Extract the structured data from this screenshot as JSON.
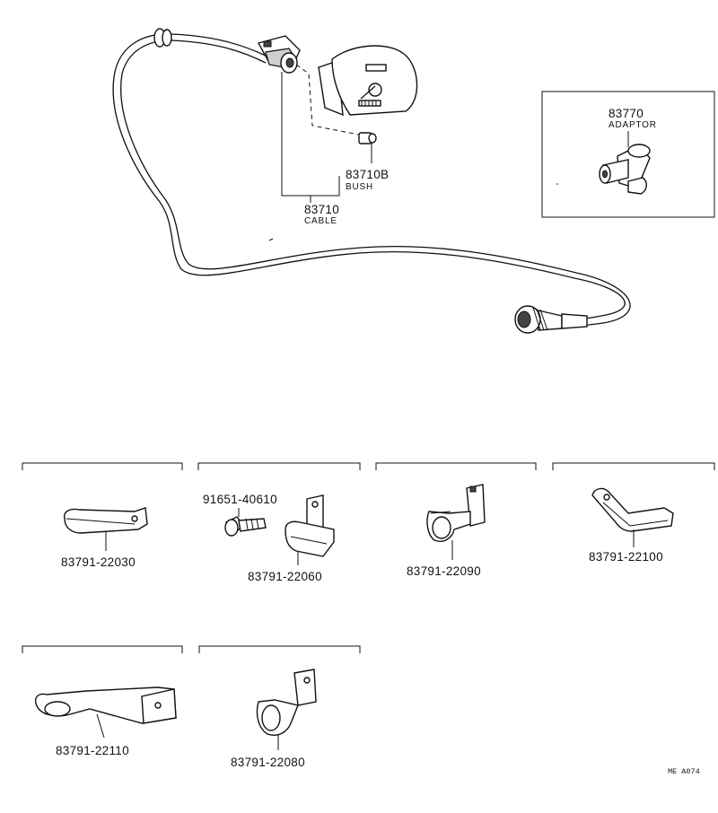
{
  "parts": {
    "cable": {
      "number": "83710",
      "name": "CABLE"
    },
    "bush": {
      "number": "83710B",
      "name": "BUSH"
    },
    "adaptor": {
      "number": "83770",
      "name": "ADAPTOR"
    },
    "bolt": {
      "number": "91651-40610"
    },
    "clamps": [
      {
        "number": "83791-22030"
      },
      {
        "number": "83791-22060"
      },
      {
        "number": "83791-22090"
      },
      {
        "number": "83791-22100"
      },
      {
        "number": "83791-22110"
      },
      {
        "number": "83791-22080"
      }
    ]
  },
  "drawing_code": "ME A074"
}
